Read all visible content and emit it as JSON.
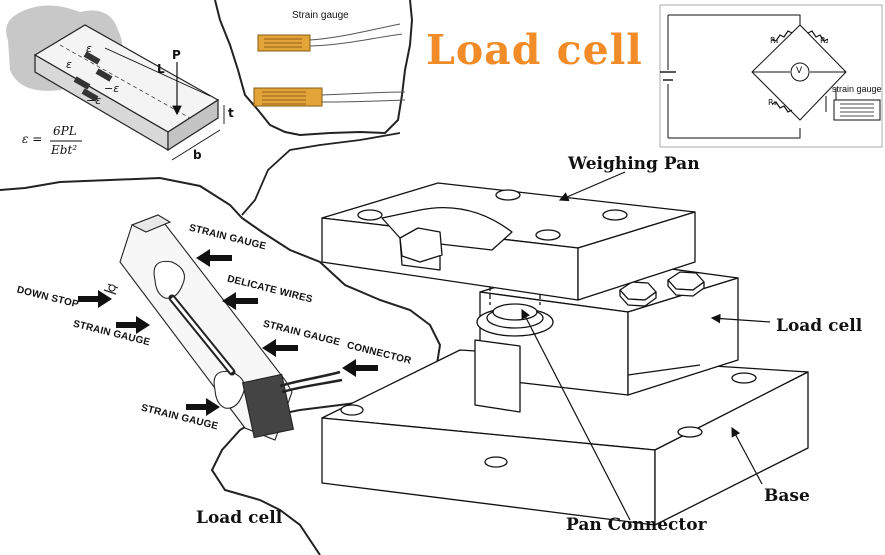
{
  "title": "Load cell",
  "title_color": "#f28c28",
  "beam": {
    "labels": {
      "P": "P",
      "L": "L",
      "t": "t",
      "b": "b",
      "eps1": "ε",
      "eps2": "ε",
      "eps3": "−ε",
      "eps4": "−ε"
    },
    "formula": {
      "lhs": "ε =",
      "numerator": "6PL",
      "denominator": "Ebt²"
    }
  },
  "gauge_inset": {
    "label": "Strain gauge",
    "gauge_color": "#e3a53a"
  },
  "bridge": {
    "r1": "R₁",
    "r2": "R₂",
    "r3": "R₃",
    "meter": "V",
    "gauge_label": "strain gauge"
  },
  "cutaway": {
    "callouts": [
      "STRAIN GAUGE",
      "DELICATE WIRES",
      "STRAIN GAUGE",
      "CONNECTOR",
      "DOWN STOP",
      "STRAIN GAUGE",
      "STRAIN GAUGE"
    ],
    "caption": "Load cell"
  },
  "assembly": {
    "weighing_pan": "Weighing Pan",
    "load_cell": "Load cell",
    "base": "Base",
    "pan_connector": "Pan Connector"
  }
}
